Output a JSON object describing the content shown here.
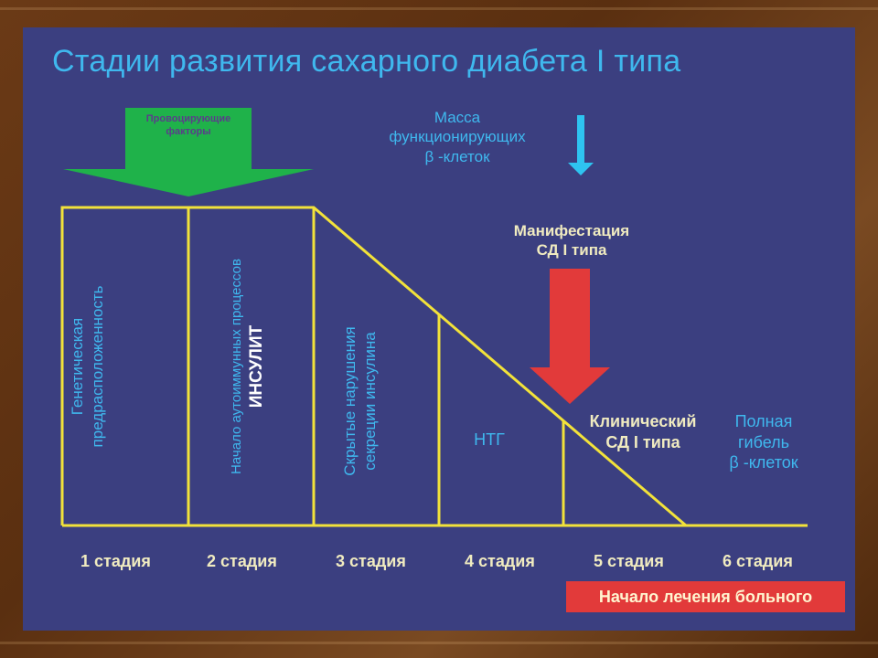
{
  "title": "Стадии развития сахарного диабета I типа",
  "provoking_factors": "Провоцирующие факторы",
  "beta_mass": {
    "line1": "Масса",
    "line2": "функционирующих",
    "line3": "β -клеток"
  },
  "manifestation": {
    "line1": "Манифестация",
    "line2": "СД I типа"
  },
  "stage_boxes": {
    "box1_line1": "Генетическая",
    "box1_line2": "предрасположенность",
    "box2_line1": "Начало аутоиммунных процессов",
    "box2_line2": "ИНСУЛИТ",
    "box3_line1": "Скрытые нарушения",
    "box3_line2": "секреции инсулина",
    "box4": "НТГ",
    "box5_line1": "Клинический",
    "box5_line2": "СД I типа",
    "box6_line1": "Полная",
    "box6_line2": "гибель",
    "box6_line3": "β -клеток"
  },
  "stages": [
    "1 стадия",
    "2 стадия",
    "3 стадия",
    "4 стадия",
    "5 стадия",
    "6 стадия"
  ],
  "treatment_start": "Начало лечения больного",
  "colors": {
    "slide_bg": "#3b3f80",
    "title": "#3fb8ee",
    "lines": "#f2e23a",
    "green_arrow": "#1fb24a",
    "blue_arrow": "#2ec4f0",
    "red_arrow": "#e23a3a"
  }
}
